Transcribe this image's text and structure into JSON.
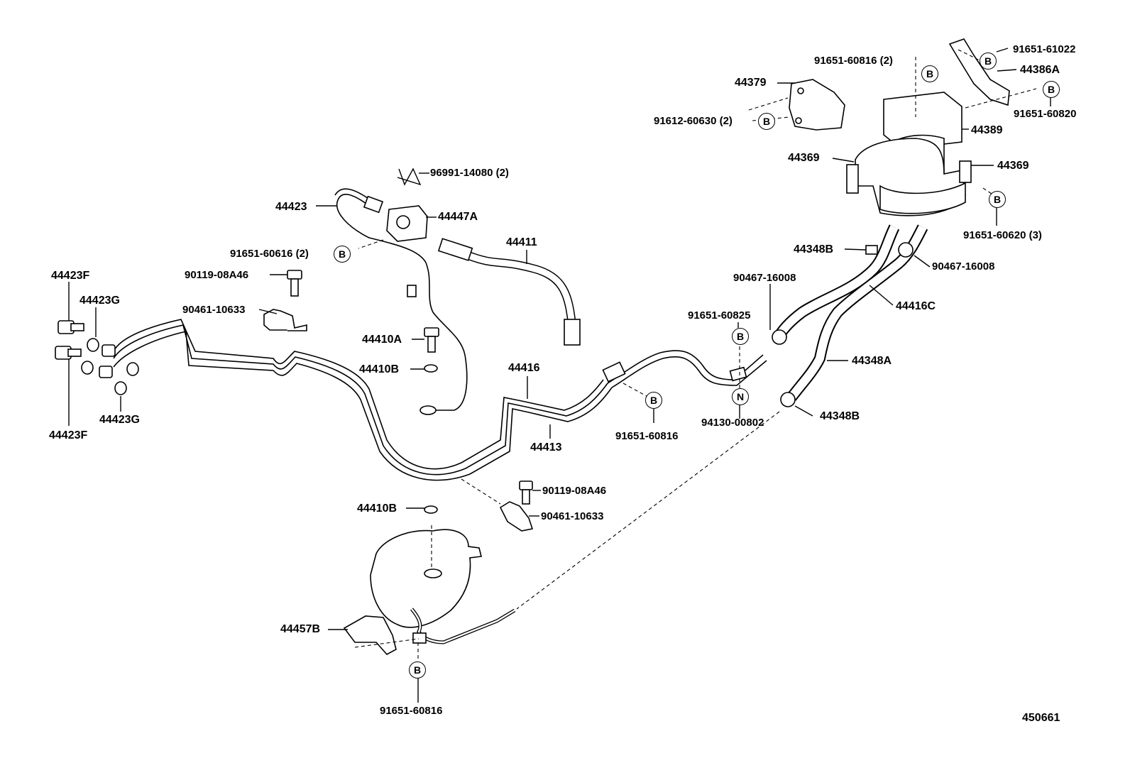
{
  "diagram_id": "450661",
  "labels": {
    "p44423F_top": "44423F",
    "p44423G_top": "44423G",
    "p44423G_bot": "44423G",
    "p44423F_bot": "44423F",
    "p44423": "44423",
    "p96991": "96991-14080 (2)",
    "p44447A": "44447A",
    "p91651_60616": "91651-60616 (2)",
    "p90119_top": "90119-08A46",
    "p90461_top": "90461-10633",
    "p44410A": "44410A",
    "p44410B_top": "44410B",
    "p44411": "44411",
    "p44416": "44416",
    "p44413": "44413",
    "p91651_60816_mid": "91651-60816",
    "p90119_bot": "90119-08A46",
    "p90461_bot": "90461-10633",
    "p44410B_bot": "44410B",
    "p44457B": "44457B",
    "p91651_60816_bot": "91651-60816",
    "p44379": "44379",
    "p91612": "91612-60630 (2)",
    "p91651_60816_top": "91651-60816 (2)",
    "p91651_61022": "91651-61022",
    "p44386A": "44386A",
    "p91651_60820": "91651-60820",
    "p44389": "44389",
    "p44369_left": "44369",
    "p44369_right": "44369",
    "p91651_60620": "91651-60620 (3)",
    "p44348B_top": "44348B",
    "p90467_right": "90467-16008",
    "p90467_left": "90467-16008",
    "p91651_60825": "91651-60825",
    "p44416C": "44416C",
    "p44348A": "44348A",
    "p44348B_bot": "44348B",
    "p94130": "94130-00802"
  },
  "markers": {
    "b": "B",
    "n": "N"
  }
}
